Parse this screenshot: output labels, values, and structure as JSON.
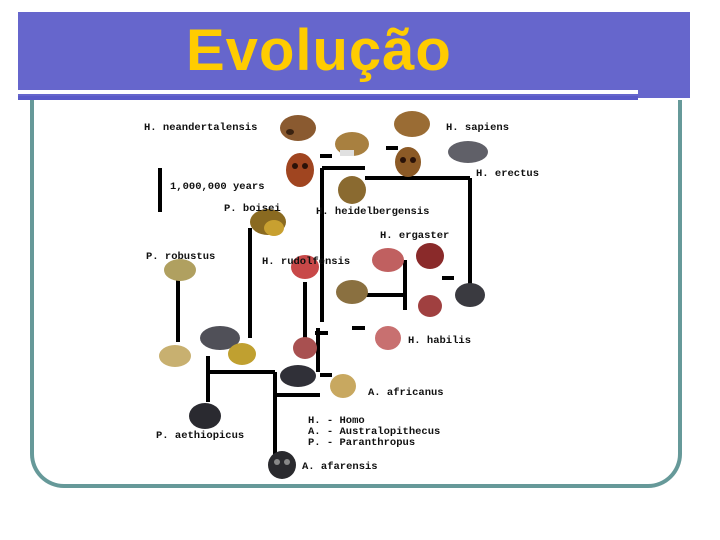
{
  "title": "Evolução",
  "labels": {
    "neanderthalensis": "H. neandertalensis",
    "sapiens": "H. sapiens",
    "erectus": "H. erectus",
    "scale": "1,000,000 years",
    "boisei": "P. boisei",
    "heidelbergensis": "H. heidelbergensis",
    "ergaster": "H. ergaster",
    "robustus": "P. robustus",
    "rudolfensis": "H. rudolfensis",
    "habilis": "H. habilis",
    "africanus": "A. africanus",
    "aethiopicus": "P. aethiopicus",
    "afarensis": "A. afarensis"
  },
  "legend": [
    "H. - Homo",
    "A. - Australopithecus",
    "P. - Paranthropus"
  ]
}
